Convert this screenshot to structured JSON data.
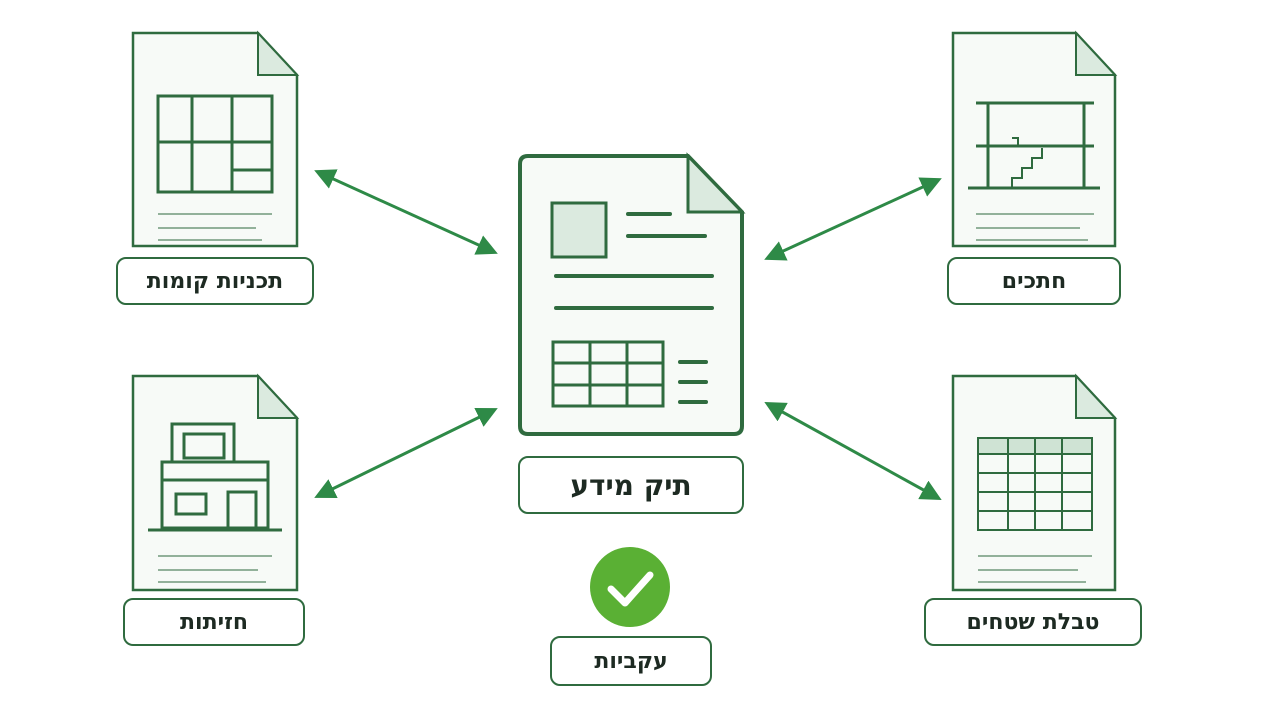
{
  "colors": {
    "stroke": "#2f6b3f",
    "arrow": "#2e8a47",
    "paper": "#f7faf7",
    "fold": "#dbeadf",
    "check": "#5ab034",
    "text": "#1d2a22"
  },
  "center_document": {
    "label": "תיק מידע",
    "icon": "document-icon"
  },
  "documents": [
    {
      "id": "floor-plans",
      "label": "תכניות קומות",
      "icon": "floor-plan-icon"
    },
    {
      "id": "sections",
      "label": "חתכים",
      "icon": "section-icon"
    },
    {
      "id": "elevations",
      "label": "חזיתות",
      "icon": "elevation-icon"
    },
    {
      "id": "area-table",
      "label": "טבלת שטחים",
      "icon": "table-icon"
    }
  ],
  "consistency": {
    "label": "עקביות",
    "icon": "check-icon"
  }
}
